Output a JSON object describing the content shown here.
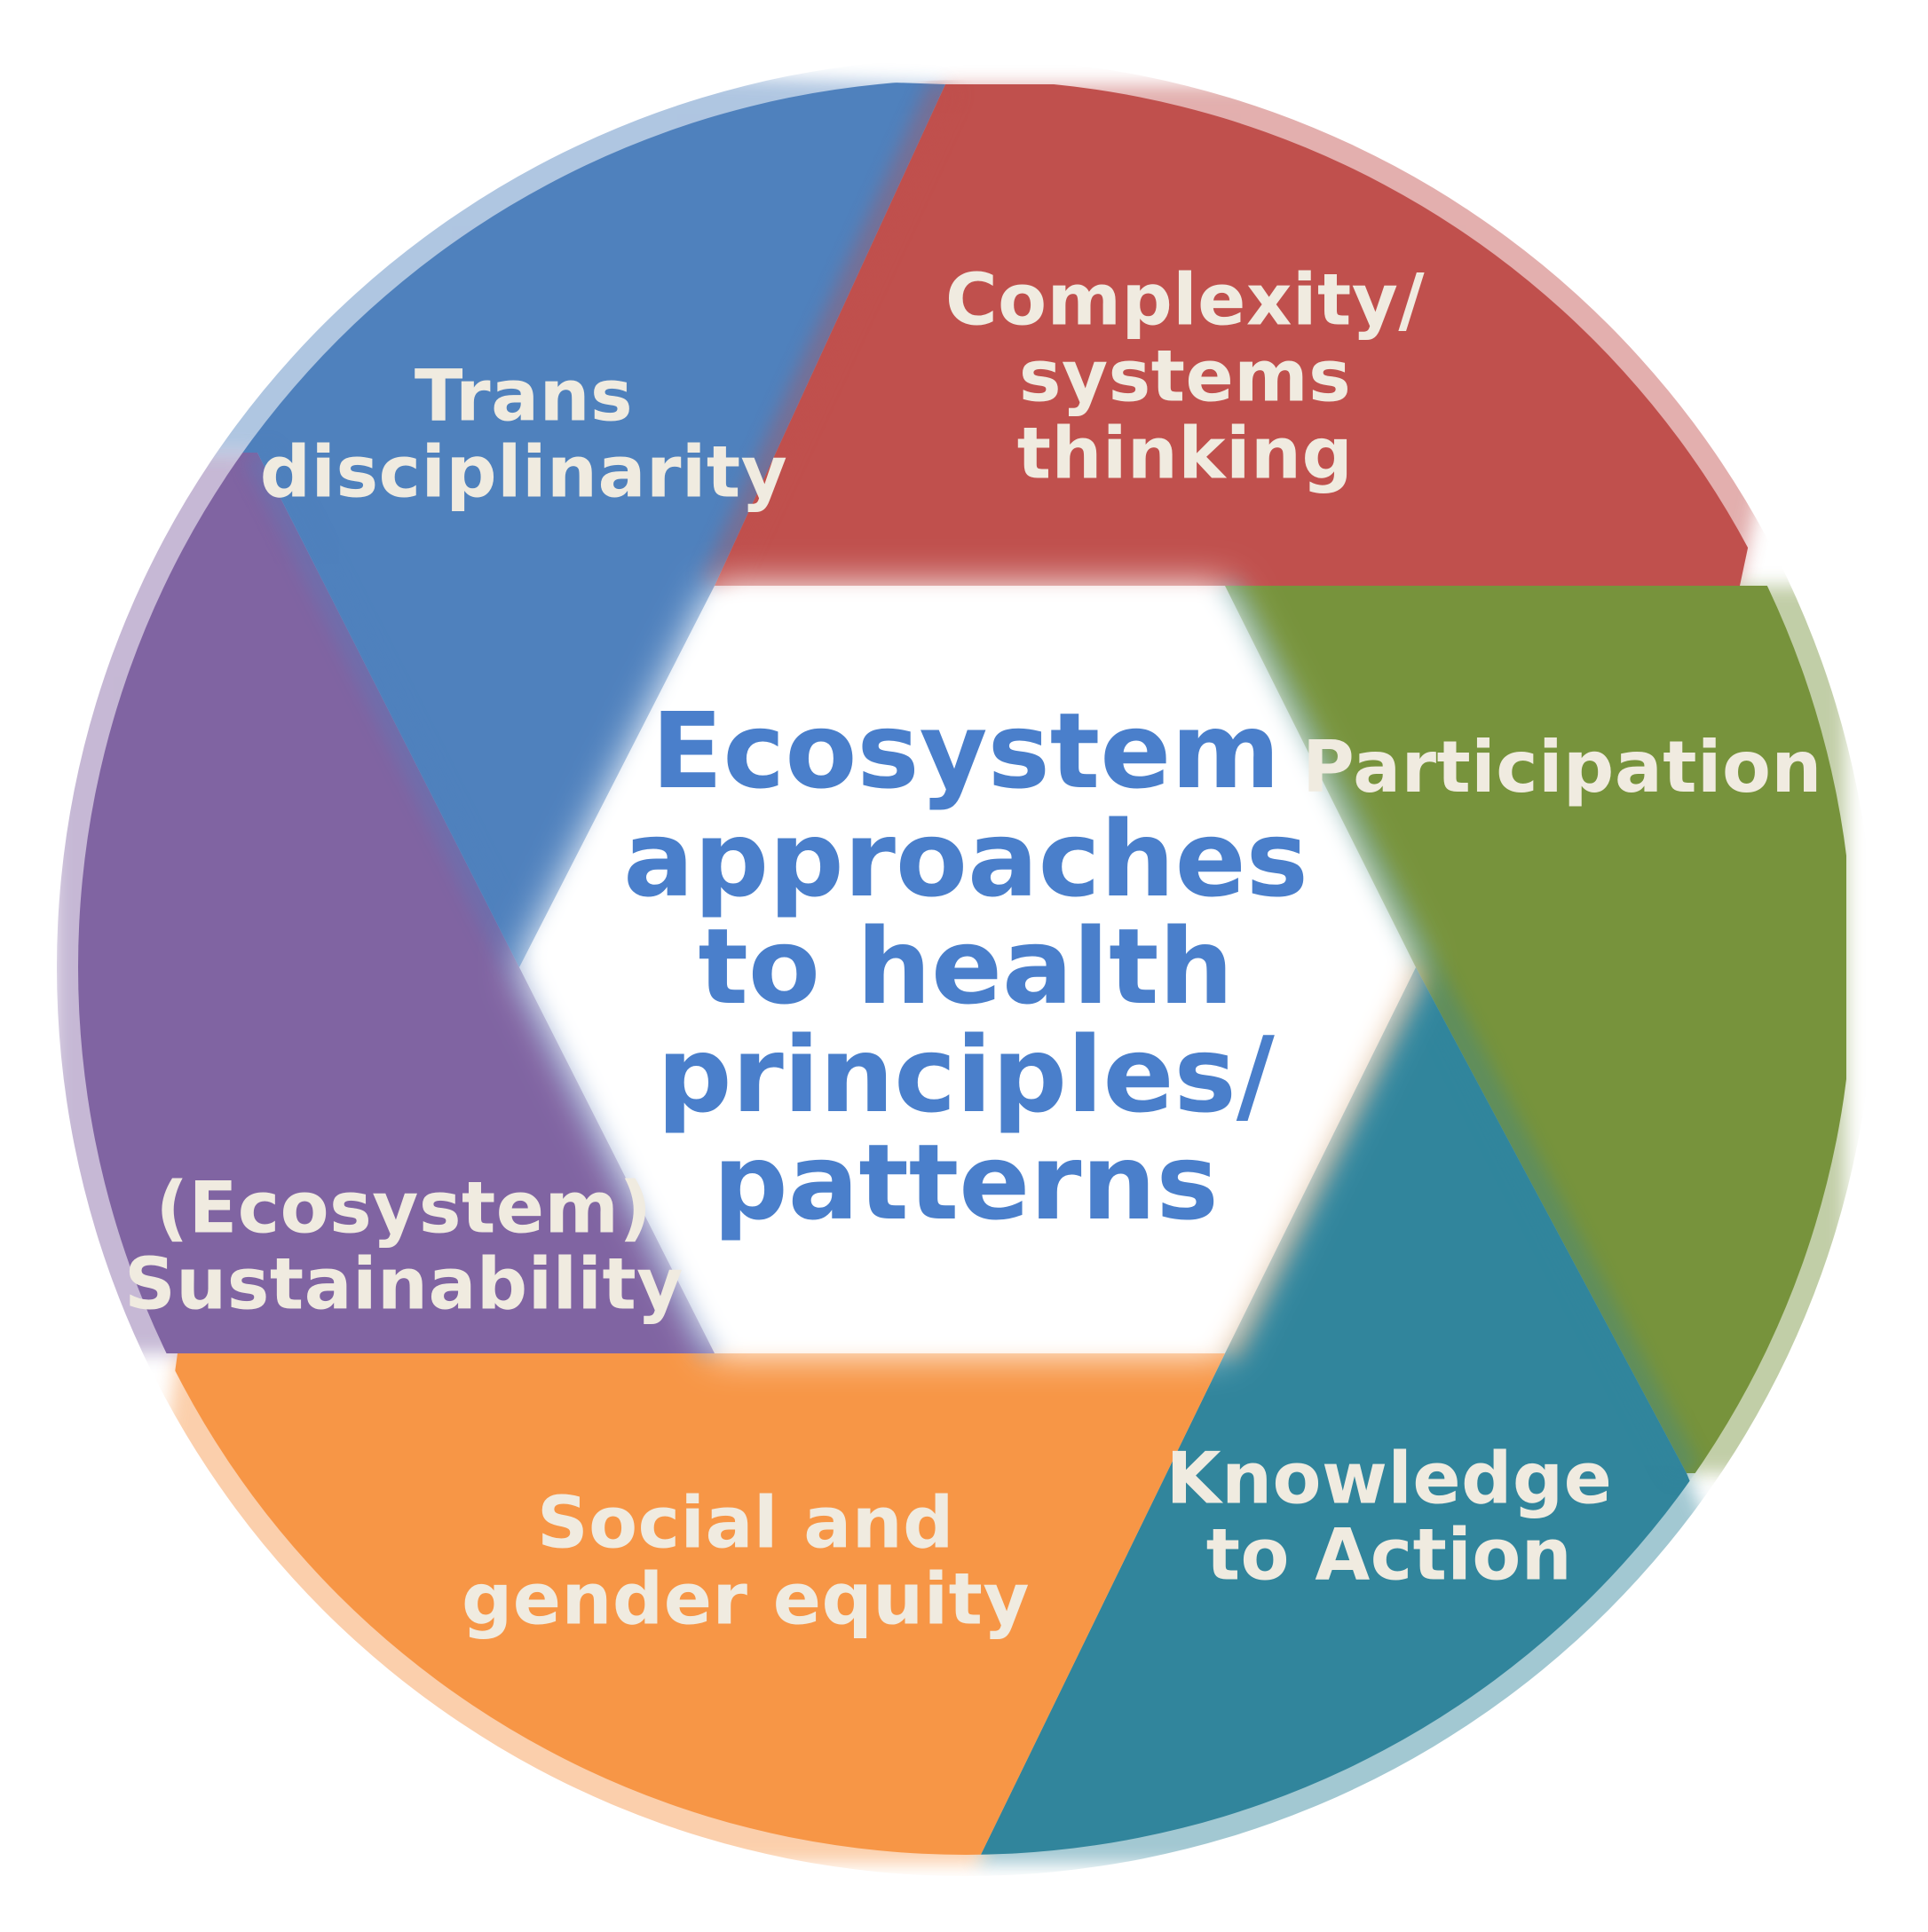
{
  "diagram": {
    "center": {
      "text": "Ecosystem\napproaches\nto health\nprinciples/\npatterns",
      "color": "#4a7fcb"
    },
    "segments": [
      {
        "id": "complexity",
        "label": "Complexity/\nsystems\nthinking",
        "color": "#c0504d"
      },
      {
        "id": "participation",
        "label": "Participation",
        "color": "#77933c"
      },
      {
        "id": "knowledge-to-action",
        "label": "Knowledge\nto Action",
        "color": "#31859c"
      },
      {
        "id": "social-gender-equity",
        "label": "Social and\ngender equity",
        "color": "#f79646"
      },
      {
        "id": "sustainability",
        "label": "(Ecosystem)\nSustainability",
        "color": "#8064a2"
      },
      {
        "id": "transdisciplinarity",
        "label": "Trans\ndisciplinarity",
        "color": "#4f81bd"
      }
    ]
  }
}
